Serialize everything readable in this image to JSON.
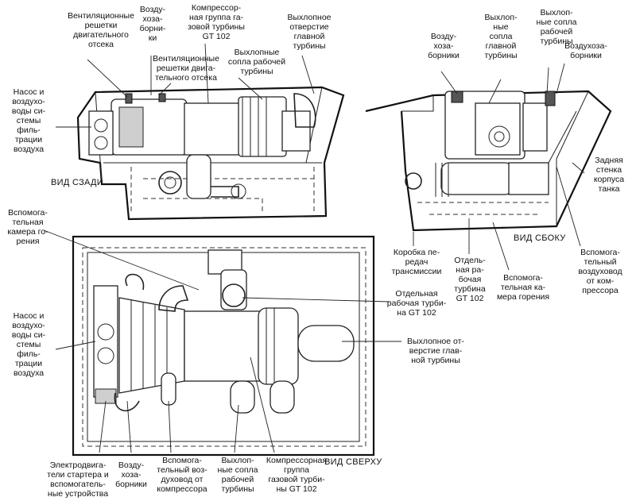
{
  "views": {
    "rear": "ВИД СЗАДИ",
    "side": "ВИД СБОКУ",
    "top": "ВИД СВЕРХУ"
  },
  "labels": {
    "rear_vent_grills": "Вентиляционные\nрешетки\nдвигательного\nотсека",
    "rear_air_intakes": "Возду-\nхоза-\nборни-\nки",
    "rear_compressor_group": "Компрессор-\nная группа га-\nзовой турбины\nGT 102",
    "rear_main_exhaust": "Выхлопное\nотверстие\nглавной\nтурбины",
    "rear_vent_grills_2": "Вентиляционные\nрешетки двига-\nтельного отсека",
    "rear_work_nozzles": "Выхлопные\nсопла рабочей\nтурбины",
    "rear_pump_filter": "Насос и\nвоздухо-\nводы си-\nстемы\nфиль-\nтрации\nвоздуха",
    "side_air_intakes": "Возду-\nхоза-\nборники",
    "side_main_nozzles": "Выхлоп-\nные\nсопла\nглавной\nтурбины",
    "side_work_nozzles": "Выхлоп-\nные сопла\nрабочей\nтурбины",
    "side_air_intakes_2": "Воздухоза-\nборники",
    "side_rear_wall": "Задняя\nстенка\nкорпуса\nтанка",
    "side_gearbox": "Коробка пе-\nредач\nтрансмиссии",
    "side_power_turbine": "Отдель-\nная ра-\nбочая\nтурбина\nGT 102",
    "side_aux_chamber": "Вспомога-\nтельная ка-\nмера горения",
    "side_aux_duct": "Вспомога-\nтельный\nвоздуховод\nот ком-\nпрессора",
    "top_aux_chamber": "Вспомога-\nтельная\nкамера го-\nрения",
    "top_power_turbine": "Отдельная\nрабочая турби-\nна GT 102",
    "top_pump_filter": "Насос и\nвоздухо-\nводы си-\nстемы\nфиль-\nтрации\nвоздуха",
    "top_main_exhaust": "Выхлопное от-\nверстие глав-\nной турбины",
    "top_starter": "Электродвига-\nтели стартера и\nвспомогатель-\nные устройства",
    "top_air_intakes": "Возду-\nхоза-\nборники",
    "top_aux_duct": "Вспомога-\nтельный воз-\nдуховод от\nкомпрессора",
    "top_work_nozzles": "Выхлоп-\nные сопла\nрабочей\nтурбины",
    "top_compressor_group": "Компрессорная\nгруппа\nгазовой турби-\nны GT 102"
  }
}
